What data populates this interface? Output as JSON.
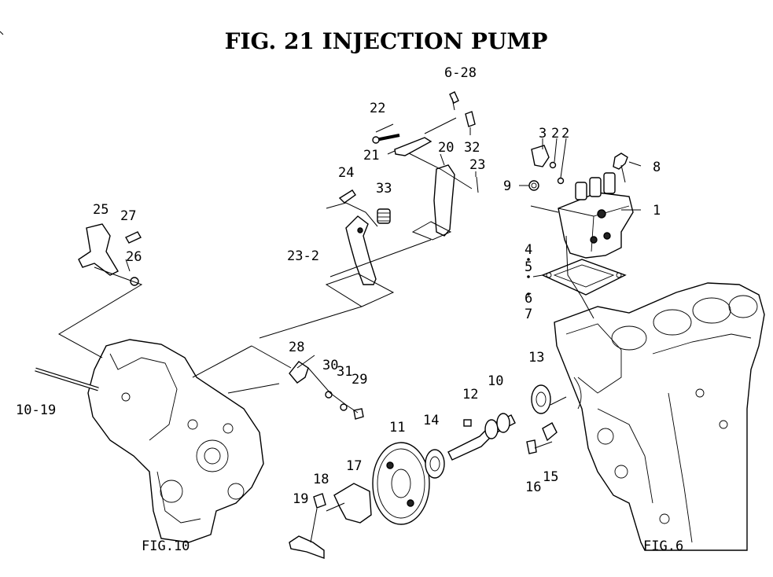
{
  "title": "FIG. 21  INJECTION PUMP",
  "callouts": {
    "c6_28": "6-28",
    "c22": "22",
    "c32": "32",
    "c21": "21",
    "c20": "20",
    "c23": "23",
    "c24": "24",
    "c33": "33",
    "c3": "3",
    "c2a": "2",
    "c2b": "2",
    "c8": "8",
    "c9": "9",
    "c1": "1",
    "c25": "25",
    "c27": "27",
    "c26": "26",
    "c23_2": "23-2",
    "c4": "4",
    "c5": "5",
    "c6": "6",
    "c7": "7",
    "c28": "28",
    "c30": "30",
    "c31": "31",
    "c29": "29",
    "c10_19": "10-19",
    "c13": "13",
    "c10": "10",
    "c12": "12",
    "c11": "11",
    "c14": "14",
    "c16": "16",
    "c15": "15",
    "c18": "18",
    "c17": "17",
    "c19": "19"
  },
  "figure_refs": {
    "fig10": "FIG.10",
    "fig6": "FIG.6"
  }
}
